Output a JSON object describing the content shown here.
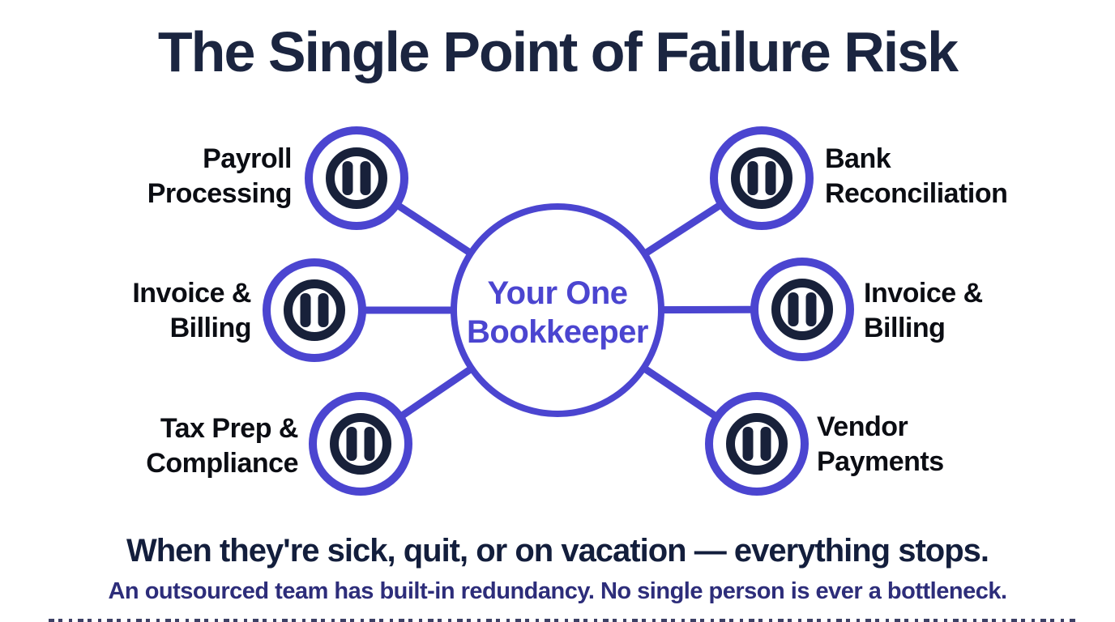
{
  "title": "The Single Point of Failure Risk",
  "center": {
    "label": "Your One\nBookkeeper"
  },
  "nodes": [
    {
      "id": "payroll-processing",
      "label": "Payroll\nProcessing",
      "side": "left"
    },
    {
      "id": "bank-reconciliation",
      "label": "Bank\nReconciliation",
      "side": "right"
    },
    {
      "id": "invoice-billing-left",
      "label": "Invoice &\nBilling",
      "side": "left"
    },
    {
      "id": "invoice-billing-right",
      "label": "Invoice &\nBilling",
      "side": "right"
    },
    {
      "id": "tax-prep-compliance",
      "label": "Tax Prep &\nCompliance",
      "side": "left"
    },
    {
      "id": "vendor-payments",
      "label": "Vendor\nPayments",
      "side": "right"
    }
  ],
  "footer": {
    "headline": "When they're sick, quit, or on vacation — everything stops.",
    "subtext": "An outsourced team has built-in redundancy. No single person is ever a bottleneck."
  },
  "colors": {
    "accent": "#4b45d0",
    "dark_navy": "#1b2540",
    "icon_navy": "#18213a",
    "label_black": "#0b0d13",
    "subtext_navy": "#2d2d7a"
  }
}
